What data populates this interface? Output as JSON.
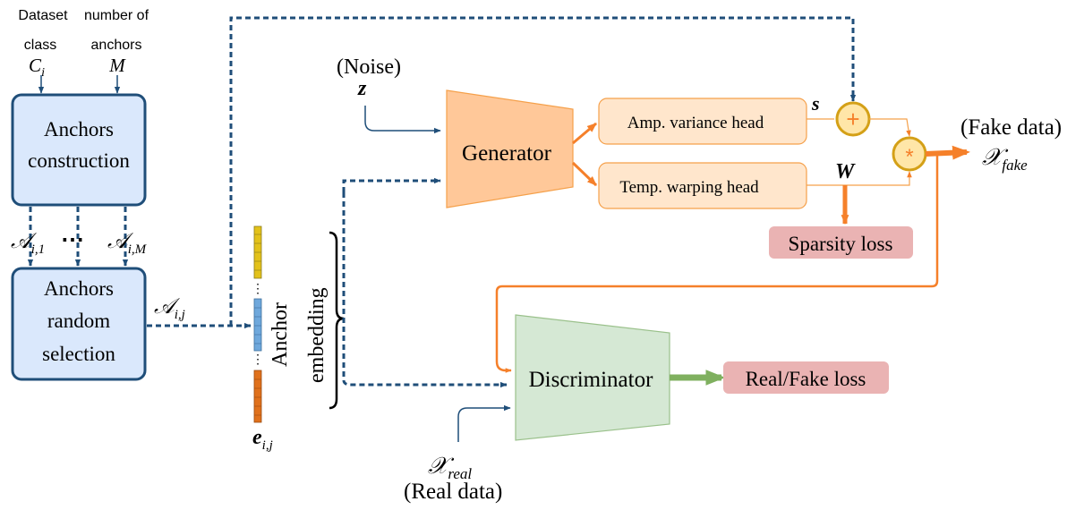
{
  "inputs": {
    "dataset_class_line1": "Dataset",
    "dataset_class_line2": "class",
    "dataset_class_symbol": "C",
    "dataset_class_sub": "i",
    "num_anchors_line1": "number of",
    "num_anchors_line2": "anchors",
    "num_anchors_symbol": "M"
  },
  "anchors_construction": {
    "line1": "Anchors",
    "line2": "construction"
  },
  "anchor_outputs": {
    "a1_symbol": "𝒜",
    "a1_sub": "i,1",
    "ellipsis": "⋯",
    "aM_symbol": "𝒜",
    "aM_sub": "i,M"
  },
  "anchors_selection": {
    "line1": "Anchors",
    "line2": "random",
    "line3": "selection"
  },
  "selected_anchor": {
    "symbol": "𝒜",
    "sub": "i,j"
  },
  "embedding": {
    "vertical_label": "Anchor",
    "brace_label": "embedding",
    "vector_symbol": "e",
    "vector_sub": "i,j"
  },
  "noise": {
    "label": "(Noise)",
    "symbol": "z"
  },
  "generator": {
    "label": "Generator"
  },
  "heads": {
    "amp": "Amp. variance head",
    "temp": "Temp. warping head"
  },
  "amp_output": {
    "symbol": "s"
  },
  "temp_output": {
    "symbol": "W"
  },
  "operators": {
    "plus": "+",
    "mult": "*"
  },
  "sparsity_loss": {
    "label": "Sparsity loss"
  },
  "fake_data": {
    "label": "(Fake data)",
    "symbol": "𝒳",
    "sub": "fake"
  },
  "discriminator": {
    "label": "Discriminator"
  },
  "real_fake_loss": {
    "label": "Real/Fake loss"
  },
  "real_data": {
    "symbol": "𝒳",
    "sub": "real",
    "label": "(Real data)"
  },
  "colors": {
    "box_blue_fill": "#dae8fc",
    "box_blue_stroke": "#1f4e79",
    "dashed_blue": "#1f4e79",
    "generator_fill": "#ffc899",
    "head_fill": "#ffe6cc",
    "head_stroke": "#f5a04a",
    "orange": "#f5802a",
    "discriminator_fill": "#d5e8d4",
    "discriminator_stroke": "#9ac18b",
    "green_arrow": "#7fb05f",
    "loss_fill": "#eab3b3",
    "op_fill": "#ffe6a8",
    "op_stroke": "#d4a017",
    "vec_yellow": "#e3c21a",
    "vec_blue": "#6fa8dc",
    "vec_orange": "#e0711c"
  }
}
